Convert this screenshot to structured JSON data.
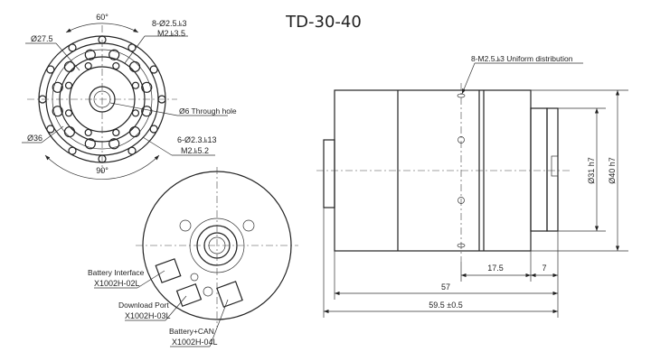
{
  "title": "TD-30-40",
  "front_view": {
    "angle_top": "60°",
    "angle_bottom": "90°",
    "dia_outer_bolt": "Ø27.5",
    "dia_36": "Ø36",
    "holes_top_1": "8-Ø2.5⫡3",
    "holes_top_2": "M2⫡3.5",
    "through_hole": "Ø6 Through hole",
    "holes_bottom_1": "6-Ø2.3⫡13",
    "holes_bottom_2": "M2⫡5.2"
  },
  "rear_view": {
    "connectors": [
      {
        "name": "Battery Interface",
        "part": "X1002H-02L"
      },
      {
        "name": "Download Port",
        "part": "X1002H-03L"
      },
      {
        "name": "Battery+CAN",
        "part": "X1002H-04L"
      }
    ]
  },
  "side_view": {
    "holes_note": "8-M2.5⫡3 Uniform distribution",
    "dia_31": "Ø31 h7",
    "dia_40": "Ø40 h7",
    "dim_17_5": "17.5",
    "dim_7": "7",
    "dim_57": "57",
    "dim_total": "59.5 ±0.5"
  }
}
